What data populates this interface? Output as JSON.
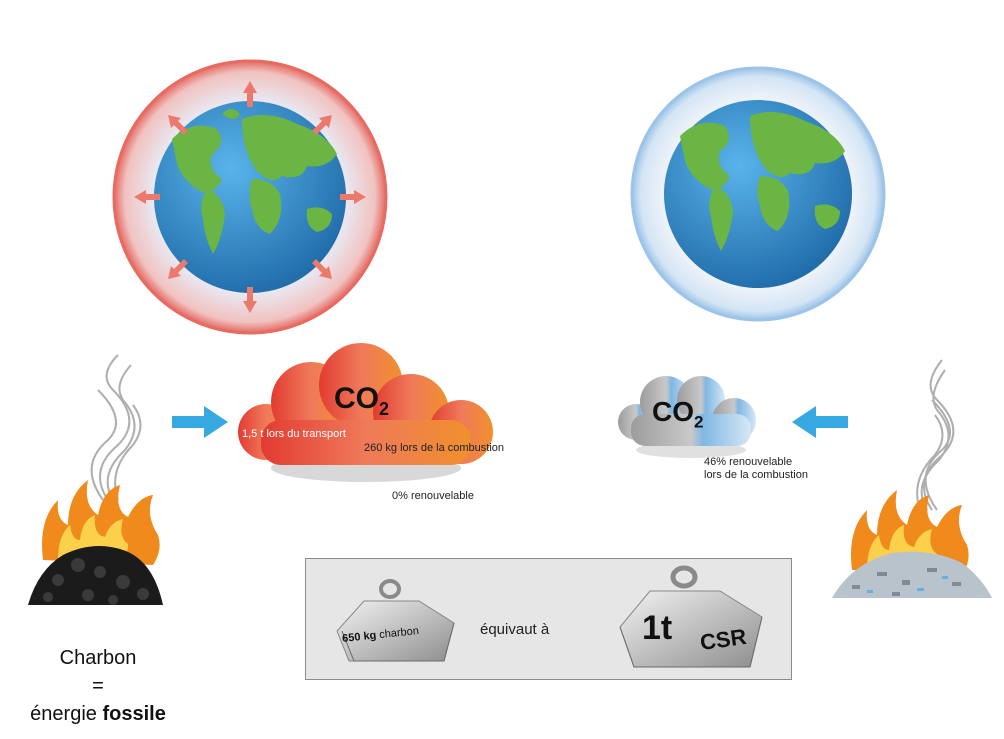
{
  "left_cloud": {
    "co2_main": "CO",
    "co2_sub": "2",
    "transport_note": "1,5 t lors du transport",
    "combustion_note": "260 kg lors de la combustion",
    "renewable_note": "0% renouvelable"
  },
  "right_cloud": {
    "co2_main": "CO",
    "co2_sub": "2",
    "renewable_line1": "46% renouvelable",
    "renewable_line2": "lors de la combustion"
  },
  "caption": {
    "line1": "Charbon",
    "line2": "=",
    "line3_prefix": "énergie ",
    "line3_bold": "fossile"
  },
  "equivalence": {
    "left_weight_amount": "650 kg",
    "left_weight_label": "charbon",
    "middle_text": "équivaut à",
    "right_weight_amount": "1t",
    "right_weight_label": "CSR"
  },
  "colors": {
    "left_halo": "#e8706a",
    "right_halo": "#9cc4e8",
    "arrow_blue": "#35a9e0",
    "ocean": "#2f86c8",
    "land": "#6bb544",
    "cloud_red": "#e05a4a",
    "cloud_orange": "#f08a3c",
    "cloud_grey": "#a8a8a8",
    "cloud_blue": "#6aaee0"
  }
}
